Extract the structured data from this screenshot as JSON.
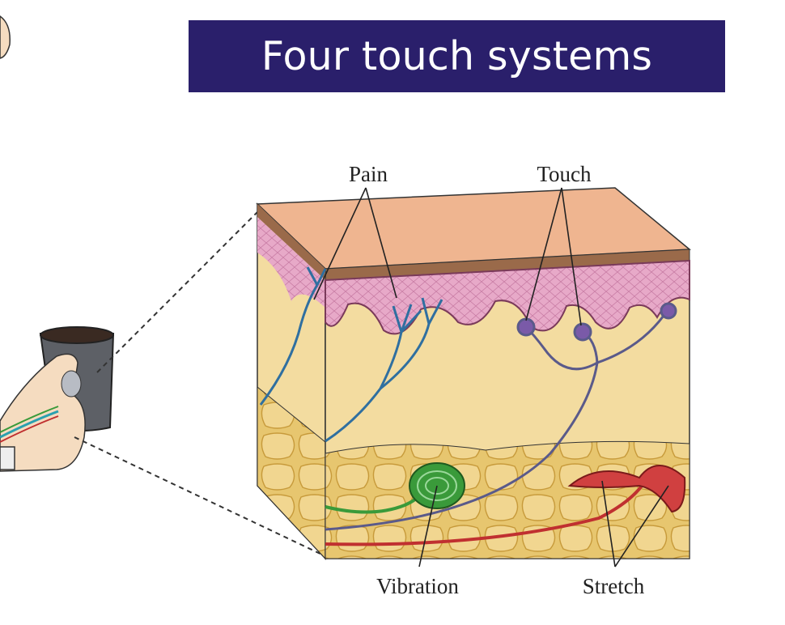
{
  "title": "Four touch systems",
  "labels": {
    "pain": "Pain",
    "touch": "Touch",
    "vibration": "Vibration",
    "stretch": "Stretch"
  },
  "colors": {
    "title_bg": "#2a1f6b",
    "pain_nerve": "#2f6fa0",
    "touch_nerve": "#5a5a8a",
    "vibration_nerve": "#3a9a3a",
    "stretch_nerve": "#c03030",
    "epidermis": "#d48ab0",
    "dermis": "#f3dca0",
    "fat": "#e0c070"
  }
}
